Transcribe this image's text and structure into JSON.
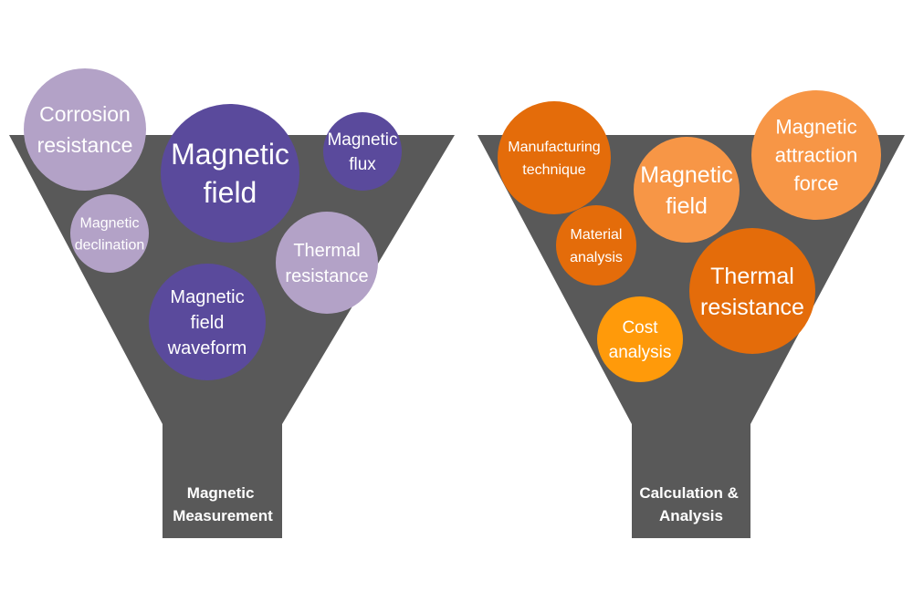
{
  "funnels": [
    {
      "id": "measurement",
      "label_lines": [
        "Magnetic",
        "Measurement"
      ],
      "circles": [
        {
          "lines": [
            "Corrosion",
            "resistance"
          ],
          "color": "#b3a2c7"
        },
        {
          "lines": [
            "Magnetic",
            "field"
          ],
          "color": "#5a4a9c"
        },
        {
          "lines": [
            "Magnetic",
            "flux"
          ],
          "color": "#5a4a9c"
        },
        {
          "lines": [
            "Magnetic",
            "declination"
          ],
          "color": "#b3a2c7"
        },
        {
          "lines": [
            "Thermal",
            "resistance"
          ],
          "color": "#b3a2c7"
        },
        {
          "lines": [
            "Magnetic",
            "field",
            "waveform"
          ],
          "color": "#5a4a9c"
        }
      ]
    },
    {
      "id": "calculation",
      "label_lines": [
        "Calculation &",
        "Analysis"
      ],
      "circles": [
        {
          "lines": [
            "Manufacturing",
            "technique"
          ],
          "color": "#e46c0a"
        },
        {
          "lines": [
            "Magnetic",
            "field"
          ],
          "color": "#f79646"
        },
        {
          "lines": [
            "Magnetic",
            "attraction",
            "force"
          ],
          "color": "#f79646"
        },
        {
          "lines": [
            "Material",
            "analysis"
          ],
          "color": "#e46c0a"
        },
        {
          "lines": [
            "Thermal",
            "resistance"
          ],
          "color": "#e46c0a"
        },
        {
          "lines": [
            "Cost",
            "analysis"
          ],
          "color": "#ff9a0a"
        }
      ]
    }
  ]
}
